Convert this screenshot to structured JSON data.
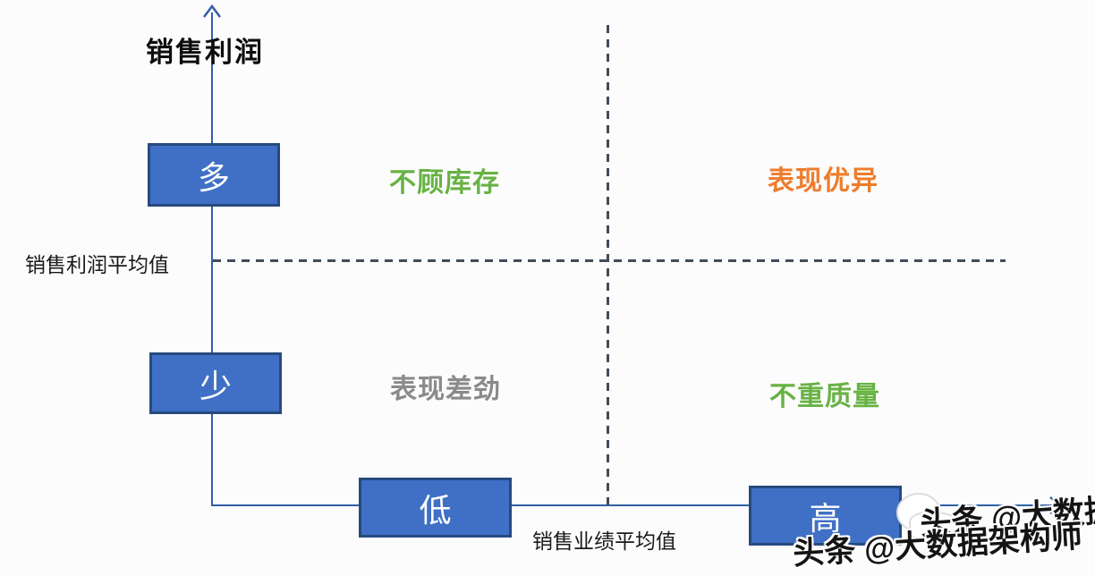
{
  "axes": {
    "y_title": "销售利润",
    "y_avg_label": "销售利润平均值",
    "x_avg_label": "销售业绩平均值",
    "y_high_box": "多",
    "y_low_box": "少",
    "x_low_box": "低",
    "x_high_box": "高"
  },
  "quadrants": {
    "top_left": {
      "label": "不顾库存",
      "color": "#68b244"
    },
    "top_right": {
      "label": "表现优异",
      "color": "#ee7c2b"
    },
    "bottom_left": {
      "label": "表现差劲",
      "color": "#8a8a8a"
    },
    "bottom_right": {
      "label": "不重质量",
      "color": "#68b244"
    }
  },
  "watermark": {
    "text": "头条 @大数据架构师",
    "overlay_text": "头条 @大数据架构师"
  },
  "colors": {
    "axis_blue": "#3060a4",
    "box_fill_blue": "#3f70c5",
    "box_border_blue": "#274a7e",
    "dashed_line": "#424c58",
    "background": "#fcfcfd"
  }
}
